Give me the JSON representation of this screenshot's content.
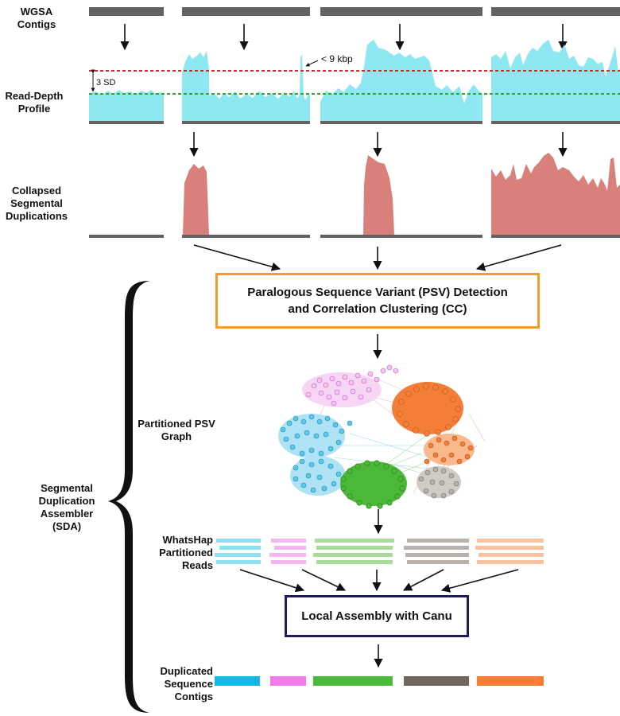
{
  "labels": {
    "wgsa_contigs": [
      "WGSA",
      "Contigs"
    ],
    "read_depth_profile": [
      "Read-Depth",
      "Profile"
    ],
    "collapsed_sd": [
      "Collapsed",
      "Segmental",
      "Duplications"
    ],
    "partitioned_psv_graph": [
      "Partitioned PSV",
      "Graph"
    ],
    "sda": [
      "Segmental",
      "Duplication",
      "Assembler",
      "(SDA)"
    ],
    "whatshap_reads": [
      "WhatsHap",
      "Partitioned",
      "Reads"
    ],
    "duplicated_contigs": [
      "Duplicated",
      "Sequence",
      "Contigs"
    ]
  },
  "annotations": {
    "three_sd": "3 SD",
    "lt_9kbp": "< 9 kbp"
  },
  "boxes": {
    "psv_detection": [
      "Paralogous Sequence Variant (PSV) Detection",
      "and Correlation Clustering (CC)"
    ],
    "local_assembly": "Local Assembly with Canu"
  },
  "colors": {
    "contig_bar": "#636363",
    "read_depth_fill": "#8ee8f2",
    "collapsed_fill": "#d9807a",
    "threshold_red": "#d92b2b",
    "mean_green": "#36a336",
    "psv_box_border": "#f29b2f",
    "canu_box_border": "#1f1a5a",
    "cluster_cyan": "#2bb6e0",
    "cluster_pink": "#e27ae0",
    "cluster_green": "#4cb83a",
    "cluster_gray": "#7a7268",
    "cluster_orange": "#f47e37"
  },
  "clusters": [
    "cyan",
    "pink",
    "green",
    "gray",
    "orange"
  ]
}
